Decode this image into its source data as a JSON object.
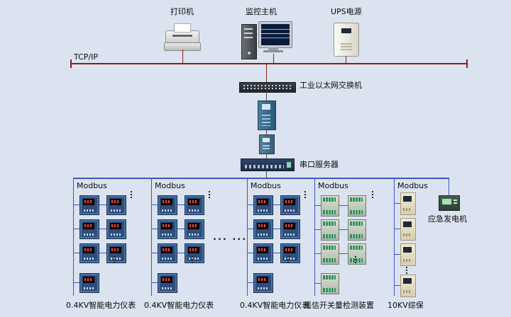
{
  "labels": {
    "printer": "打印机",
    "monitor": "监控主机",
    "ups": "UPS电源",
    "tcpip": "TCP/IP",
    "ethernet_switch": "工业以太网交换机",
    "serial_server": "串口服务器",
    "generator": "应急发电机"
  },
  "groups": [
    {
      "bus": "Modbus",
      "label": "0.4KV智能电力仪表"
    },
    {
      "bus": "Modbus",
      "label": "0.4KV智能电力仪表"
    },
    {
      "bus": "Modbus",
      "label": "0.4KV智能电力仪表"
    },
    {
      "bus": "Modbus",
      "label": "遥信开关量检测装置"
    },
    {
      "bus": "Modbus",
      "label": "10KV综保"
    }
  ],
  "misc": {
    "more_groups": "... ..."
  },
  "colors": {
    "background": "#dbe3f0",
    "tcpip_line": "#8b1d1d",
    "modbus_line": "#3a57c4"
  }
}
